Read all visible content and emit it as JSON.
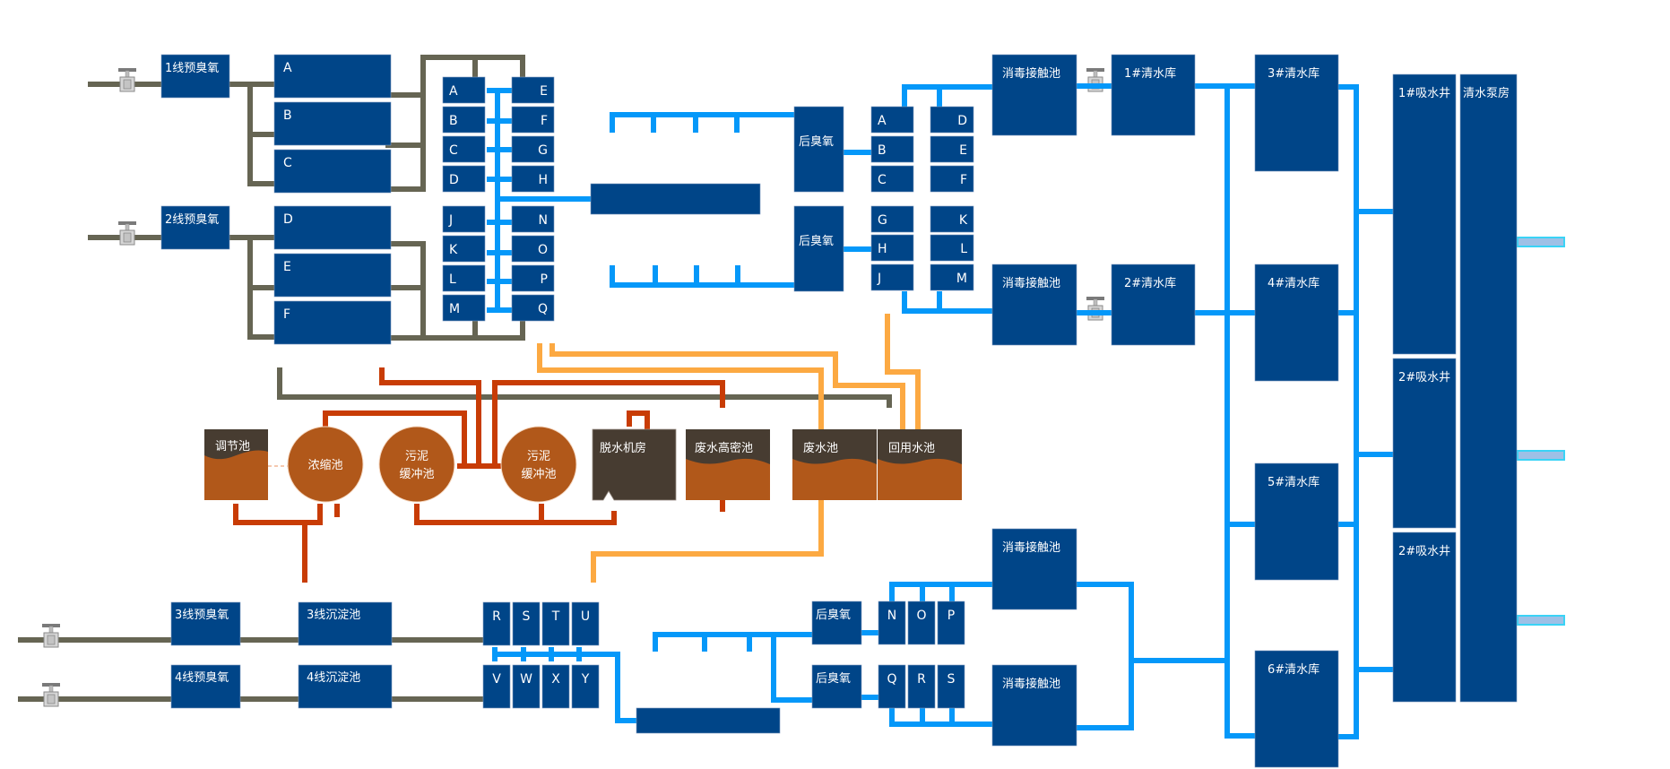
{
  "title": "水厂工艺流程图",
  "colors": {
    "unit_blue": "#004588",
    "clear_water_pipe": "#0598f9",
    "raw_water_pipe": "#666553",
    "sludge_pipe": "#c83c05",
    "waste_water_pipe": "#fca942",
    "tank_dark": "#473c31",
    "sludge_brown": "#b1581a"
  },
  "pre_ozone": [
    "1线预臭氧",
    "2线预臭氧",
    "3线预臭氧",
    "4线预臭氧"
  ],
  "sedimentation_upper": [
    "A",
    "B",
    "C",
    "D",
    "E",
    "F"
  ],
  "sedimentation_lower": [
    "3线沉淀池",
    "4线沉淀池"
  ],
  "filters_upper_left": [
    "A",
    "B",
    "C",
    "D",
    "J",
    "K",
    "L",
    "M"
  ],
  "filters_upper_right": [
    "E",
    "F",
    "G",
    "H",
    "N",
    "O",
    "P",
    "Q"
  ],
  "filters_lower_top": [
    "R",
    "S",
    "T",
    "U"
  ],
  "filters_lower_bottom": [
    "V",
    "W",
    "X",
    "Y"
  ],
  "post_ozone": [
    "后臭氧",
    "后臭氧",
    "后臭氧",
    "后臭氧"
  ],
  "carbon_filters_upper_left": [
    "A",
    "B",
    "C",
    "G",
    "H",
    "J"
  ],
  "carbon_filters_upper_right": [
    "D",
    "E",
    "F",
    "K",
    "L",
    "M"
  ],
  "carbon_filters_lower_top": [
    "N",
    "O",
    "P"
  ],
  "carbon_filters_lower_bottom": [
    "Q",
    "R",
    "S"
  ],
  "disinfection": [
    "消毒接触池",
    "消毒接触池",
    "消毒接触池",
    "消毒接触池"
  ],
  "clear_water_tanks": [
    "1#清水库",
    "2#清水库",
    "3#清水库",
    "4#清水库",
    "5#清水库",
    "6#清水库"
  ],
  "suction_wells": [
    "1#吸水井",
    "2#吸水井",
    "2#吸水井"
  ],
  "pump_house": "清水泵房",
  "sludge": {
    "regulating_tank": "调节池",
    "thickener": "浓缩池",
    "buffer1_line1": "污泥",
    "buffer1_line2": "缓冲池",
    "buffer2_line1": "污泥",
    "buffer2_line2": "缓冲池",
    "dewatering_room": "脱水机房",
    "high_density_tank": "废水高密池",
    "waste_water_tank": "废水池",
    "reuse_water_tank": "回用水池"
  }
}
